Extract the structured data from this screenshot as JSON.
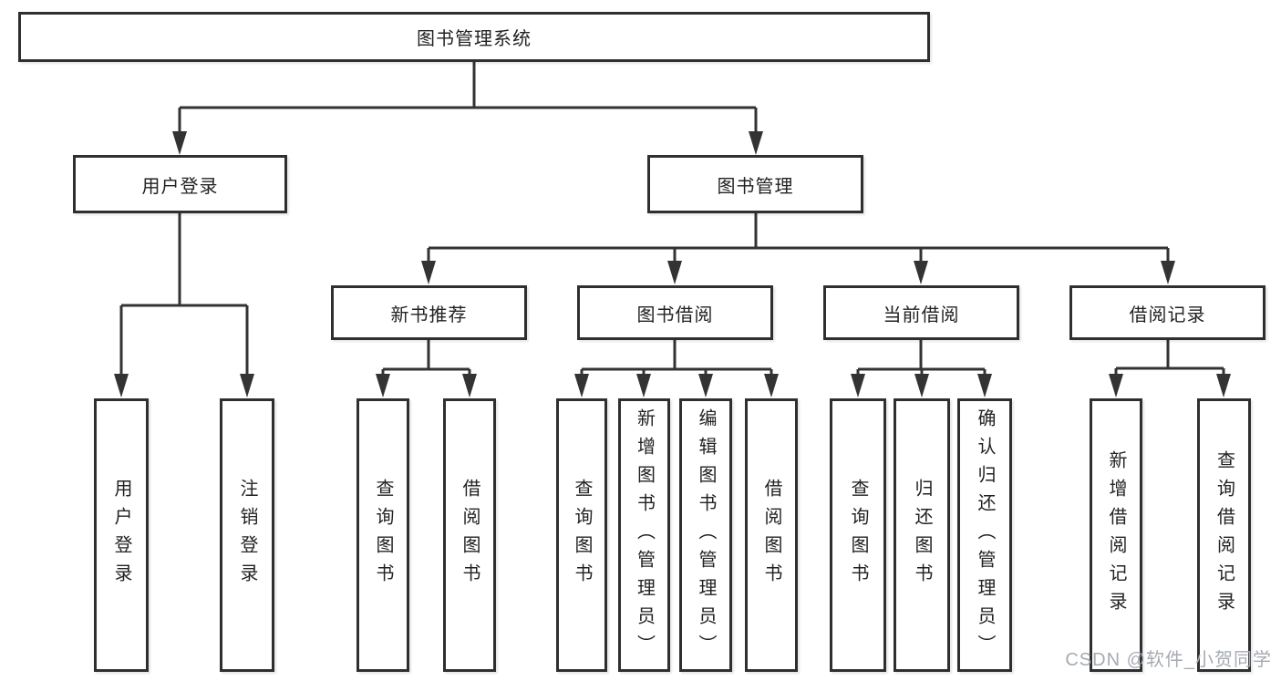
{
  "diagram": {
    "root": {
      "label": "图书管理系统"
    },
    "level2": [
      {
        "id": "user-login",
        "label": "用户登录"
      },
      {
        "id": "book-management",
        "label": "图书管理"
      }
    ],
    "level3": [
      {
        "id": "new-book-recommend",
        "label": "新书推荐",
        "parent": "图书管理"
      },
      {
        "id": "book-borrow",
        "label": "图书借阅",
        "parent": "图书管理"
      },
      {
        "id": "current-borrow",
        "label": "当前借阅",
        "parent": "图书管理"
      },
      {
        "id": "borrow-records",
        "label": "借阅记录",
        "parent": "图书管理"
      }
    ],
    "leaves": [
      {
        "id": "leaf-user-login",
        "label": "用户登录",
        "parent": "用户登录"
      },
      {
        "id": "leaf-logout",
        "label": "注销登录",
        "parent": "用户登录"
      },
      {
        "id": "leaf-query-books-rec",
        "label": "查询图书",
        "parent": "新书推荐"
      },
      {
        "id": "leaf-borrow-books-rec",
        "label": "借阅图书",
        "parent": "新书推荐"
      },
      {
        "id": "leaf-query-books-borrow",
        "label": "查询图书",
        "parent": "图书借阅"
      },
      {
        "id": "leaf-add-books-admin",
        "label": "新增图书（管理员）",
        "parent": "图书借阅"
      },
      {
        "id": "leaf-edit-books-admin",
        "label": "编辑图书（管理员）",
        "parent": "图书借阅"
      },
      {
        "id": "leaf-borrow-books",
        "label": "借阅图书",
        "parent": "图书借阅"
      },
      {
        "id": "leaf-query-books-current",
        "label": "查询图书",
        "parent": "当前借阅"
      },
      {
        "id": "leaf-return-books",
        "label": "归还图书",
        "parent": "当前借阅"
      },
      {
        "id": "leaf-confirm-return",
        "label": "确认归还（管理员）",
        "parent": "当前借阅"
      },
      {
        "id": "leaf-add-borrow-record",
        "label": "新增借阅记录",
        "parent": "借阅记录"
      },
      {
        "id": "leaf-query-borrow-record",
        "label": "查询借阅记录",
        "parent": "借阅记录"
      }
    ],
    "watermark": {
      "text": "CSDN @软件_小贺同学"
    },
    "colors": {
      "line": "#333333",
      "border": "#2f2f2f",
      "text": "#222222",
      "watermark": "#a6abb2",
      "background": "#ffffff"
    }
  }
}
